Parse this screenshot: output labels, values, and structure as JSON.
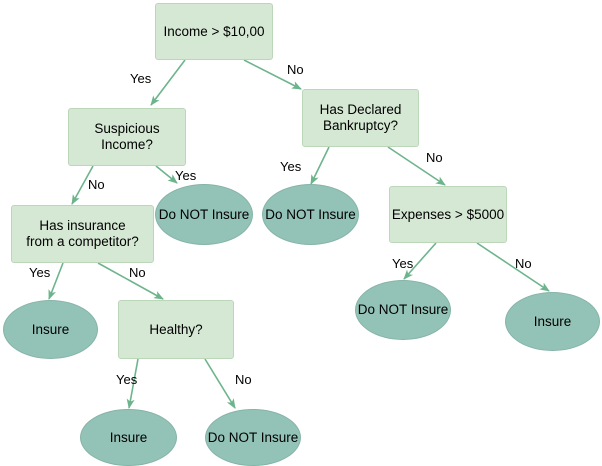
{
  "diagram": {
    "nodes": {
      "income": "Income > $10,00",
      "bankruptcy": "Has Declared\nBankruptcy?",
      "suspicious": "Suspicious\nIncome?",
      "competitor": "Has insurance\nfrom a competitor?",
      "expenses": "Expenses > $5000",
      "healthy": "Healthy?",
      "not_insure_suspicious": "Do NOT Insure",
      "not_insure_bankrupt": "Do NOT Insure",
      "insure_competitor": "Insure",
      "not_insure_expenses": "Do NOT Insure",
      "insure_expenses": "Insure",
      "insure_healthy": "Insure",
      "not_insure_healthy": "Do NOT Insure"
    },
    "edge_labels": {
      "income_yes": "Yes",
      "income_no": "No",
      "suspicious_no": "No",
      "suspicious_yes": "Yes",
      "bankruptcy_yes": "Yes",
      "bankruptcy_no": "No",
      "competitor_yes": "Yes",
      "competitor_no": "No",
      "expenses_yes": "Yes",
      "expenses_no": "No",
      "healthy_yes": "Yes",
      "healthy_no": "No"
    },
    "colors": {
      "decision_fill": "#d5e8d4",
      "leaf_fill": "#93c2b6",
      "edge": "#6db48c"
    }
  }
}
